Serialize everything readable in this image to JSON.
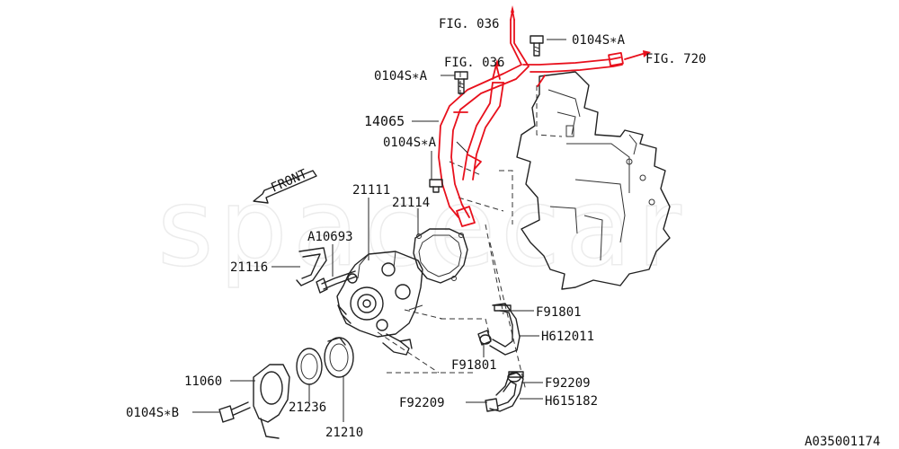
{
  "watermark": "spacecar",
  "labels": {
    "fig036_top": "FIG. 036",
    "fig036_mid": "FIG. 036",
    "fig720": "FIG. 720",
    "bolt_a_top": "0104S∗A",
    "bolt_a_left": "0104S∗A",
    "bolt_a_mid": "0104S∗A",
    "pipe": "14065",
    "pump": "21111",
    "gasket_pump": "21114",
    "bolt_a10693": "A10693",
    "bracket": "21116",
    "clip_f91801_right": "F91801",
    "hose_h612011": "H612011",
    "clip_f91801_low": "F91801",
    "clip_f92209_right": "F92209",
    "clip_f92209_left": "F92209",
    "hose_h615182": "H615182",
    "cover": "11060",
    "bolt_b": "0104S∗B",
    "gasket_thermo": "21236",
    "thermostat": "21210",
    "front": "FRONT",
    "ref_code": "A035001174"
  },
  "colors": {
    "highlight": "#e8101c",
    "ink": "#222222"
  }
}
